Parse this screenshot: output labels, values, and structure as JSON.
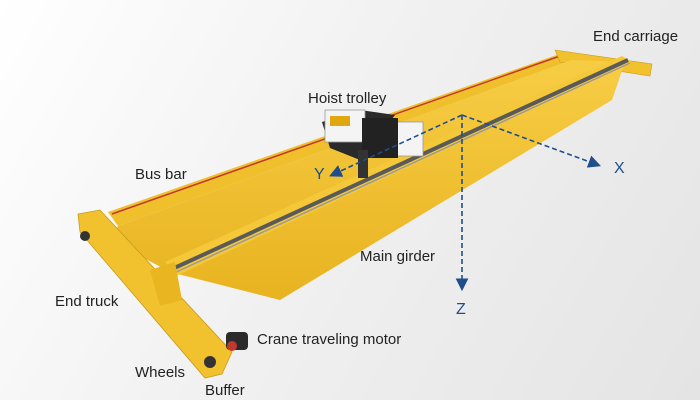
{
  "labels": {
    "end_carriage": "End carriage",
    "hoist_trolley": "Hoist trolley",
    "bus_bar": "Bus bar",
    "main_girder": "Main girder",
    "end_truck": "End truck",
    "crane_traveling_motor": "Crane traveling motor",
    "wheels": "Wheels",
    "buffer": "Buffer"
  },
  "axes": {
    "x": "X",
    "y": "Y",
    "z": "Z"
  },
  "colors": {
    "crane_yellow": "#f2c12e",
    "axis_blue": "#1f4e8c",
    "rail": "#5a5a5a"
  }
}
